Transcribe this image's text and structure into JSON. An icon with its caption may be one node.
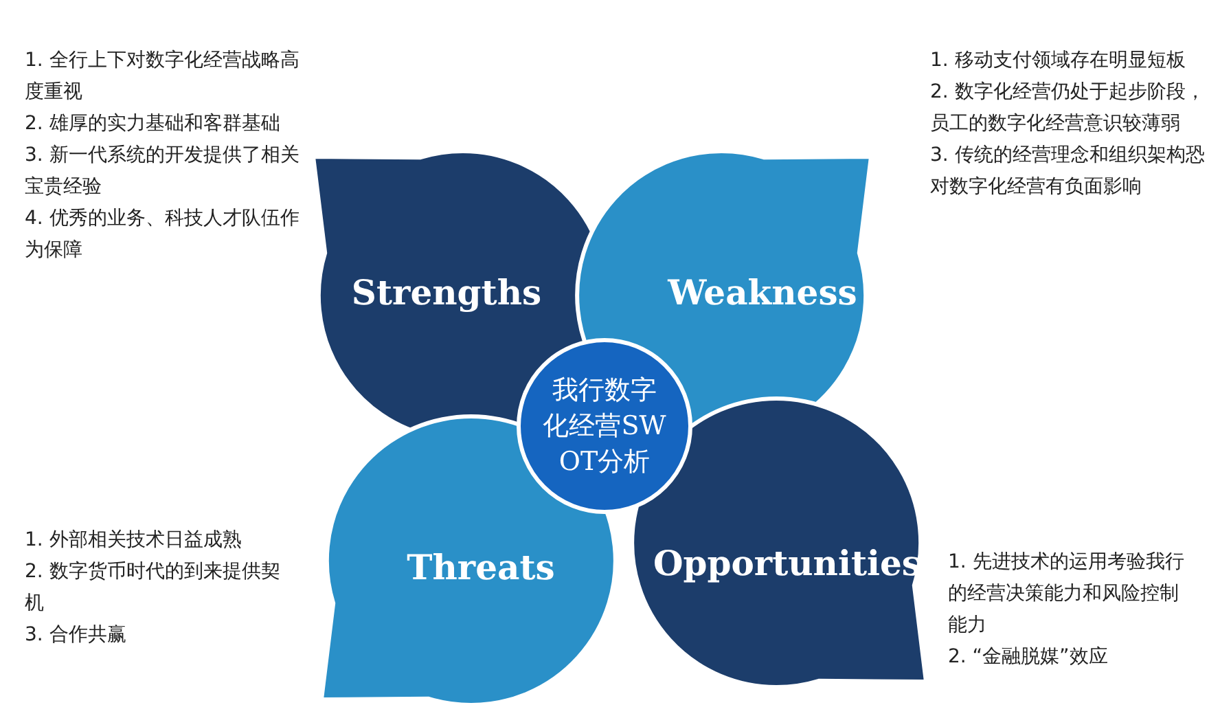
{
  "diagram": {
    "nodes": [
      {
        "text": [
          "Strengths"
        ],
        "beside": [
          "1. 全行上下对数字化经营战略高度重视",
          "2.  雄厚的实力基础和客群基础",
          "3.  新一代系统的开发提供了相关宝贵经验",
          "4.  优秀的业务、科技人才队伍作为保障"
        ]
      },
      {
        "text": [
          "Weakness"
        ],
        "beside": [
          "1. 移动支付领域存在明显短板",
          "2. 数字化经营仍处于起步阶段，员工的数字化经营意识较薄弱",
          "3. 传统的经营理念和组织架构恐对数字化经营有负面影响"
        ]
      },
      {
        "text": [
          "我行数字化经营SWOT分析"
        ]
      },
      {
        "text": [
          "Threats"
        ],
        "beside": [
          "1. 外部相关技术日益成熟",
          "2. 数字货币时代的到来提供契机",
          "3. 合作共赢"
        ]
      },
      {
        "text": [
          "Opportunities"
        ],
        "beside": [
          "1. 先进技术的运用考验我行的经营决策能力和风险控制能力",
          "2. “金融脱媒”效应"
        ]
      }
    ]
  }
}
